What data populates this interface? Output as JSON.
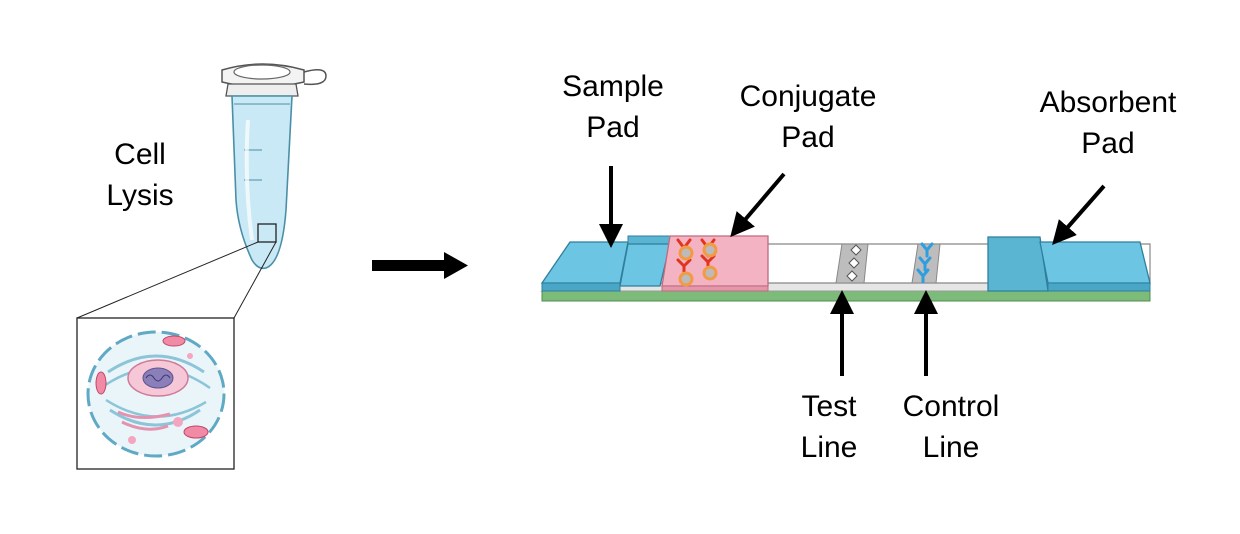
{
  "labels": {
    "cell_lysis": [
      "Cell",
      "Lysis"
    ],
    "sample_pad": [
      "Sample",
      "Pad"
    ],
    "conjugate_pad": [
      "Conjugate",
      "Pad"
    ],
    "absorbent_pad": [
      "Absorbent",
      "Pad"
    ],
    "test_line": [
      "Test",
      "Line"
    ],
    "control_line": [
      "Control",
      "Line"
    ]
  },
  "colors": {
    "pad_blue": "#6cc5e2",
    "conjugate_pink": "#f4b3c2",
    "backing_green": "#7dbb7a",
    "antibody_red": "#e0341f",
    "bead_orange": "#f39a45",
    "capture_blue": "#2f9ee0",
    "tube_liquid": "#c8e9f5",
    "arrow": "#000000"
  },
  "icons": [
    "microcentrifuge-tube-icon",
    "cell-icon",
    "antibody-icon",
    "gold-bead-icon",
    "arrow-icon"
  ]
}
